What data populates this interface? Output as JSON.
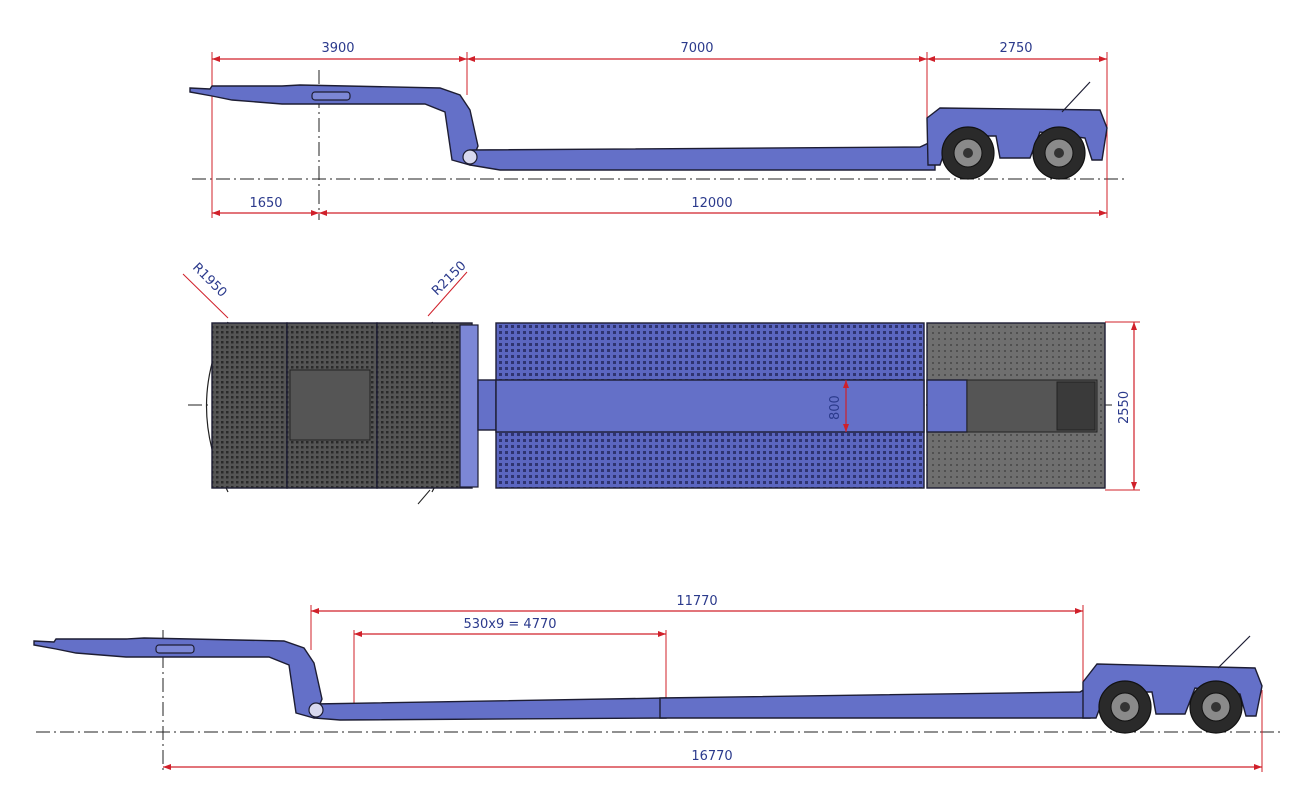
{
  "side_view_top": {
    "dims": {
      "gooseneck": "3900",
      "deck": "7000",
      "rear": "2750",
      "kingpin_offset": "1650",
      "overall": "12000"
    }
  },
  "plan_view": {
    "dims": {
      "radius_front": "R1950",
      "radius_swing": "R2150",
      "well_width": "800",
      "overall_width": "2550"
    }
  },
  "side_view_extended": {
    "dims": {
      "extension": "530x9 = 4770",
      "deck_extended": "11770",
      "overall_extended": "16770"
    }
  },
  "colors": {
    "frame": "#6470c8",
    "dimension": "#d0202a",
    "dimension_text": "#2b3a8c"
  }
}
